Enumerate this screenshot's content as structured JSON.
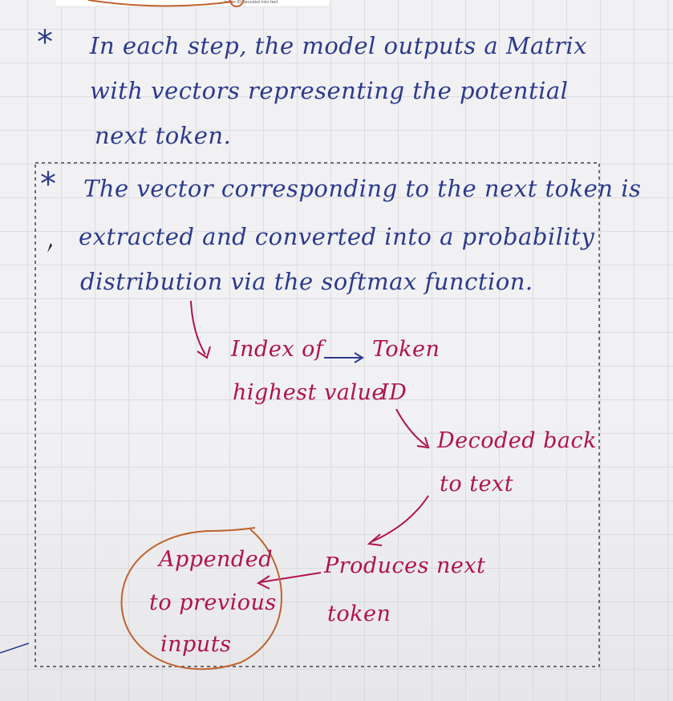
{
  "header_strip": {
    "text": "token ID decoded into text"
  },
  "bullets": [
    {
      "marker": "*",
      "lines": [
        "In each step, the model outputs a Matrix",
        "with vectors representing the potential",
        "next token."
      ]
    },
    {
      "marker": "*",
      "lines": [
        "The vector corresponding to the next token is",
        "extracted and converted into a probability",
        "distribution via the softmax function."
      ]
    }
  ],
  "flow": {
    "index_lines": [
      "Index of",
      "highest value"
    ],
    "token_id_lines": [
      "Token",
      "ID"
    ],
    "decoded_lines": [
      "Decoded back",
      "to text"
    ],
    "produces_lines": [
      "Produces next",
      "token"
    ],
    "appended_lines": [
      "Appended",
      "to previous",
      "inputs"
    ]
  },
  "colors": {
    "blue_ink": "#2b3a8c",
    "red_ink": "#b0124f",
    "circle_ink": "#c0622e",
    "grid": "#dcdce2"
  }
}
